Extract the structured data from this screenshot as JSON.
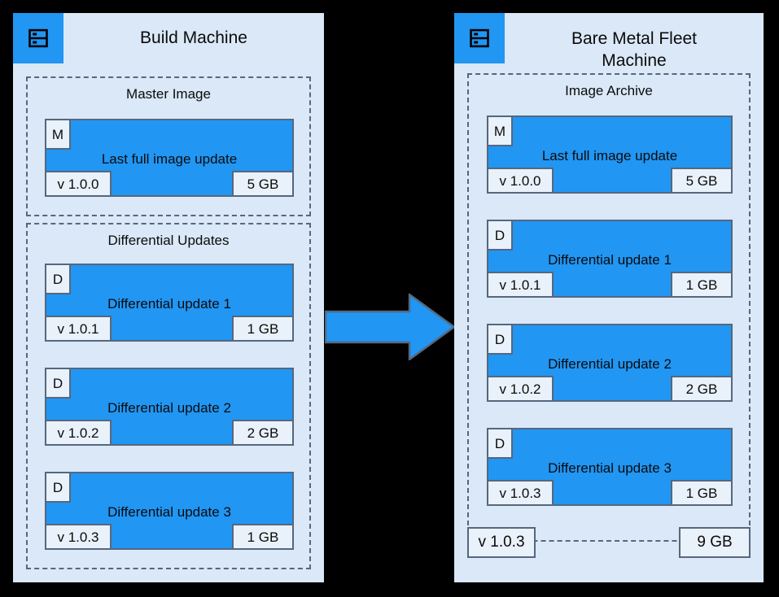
{
  "background_color": "#000000",
  "panel_color": "#dae8f7",
  "accent_color": "#2196f3",
  "stroke_color": "#56677e",
  "chip_color": "#e9f1fa",
  "build_machine": {
    "title": "Build Machine",
    "icon": "server-icon",
    "groups": [
      {
        "title": "Master Image",
        "cards": [
          {
            "badge": "M",
            "title": "Last full image update",
            "version": "v 1.0.0",
            "size": "5 GB"
          }
        ]
      },
      {
        "title": "Differential Updates",
        "cards": [
          {
            "badge": "D",
            "title": "Differential update 1",
            "version": "v 1.0.1",
            "size": "1 GB"
          },
          {
            "badge": "D",
            "title": "Differential update 2",
            "version": "v 1.0.2",
            "size": "2 GB"
          },
          {
            "badge": "D",
            "title": "Differential update 3",
            "version": "v 1.0.3",
            "size": "1 GB"
          }
        ]
      }
    ]
  },
  "fleet_machine": {
    "title_line1": "Bare Metal Fleet",
    "title_line2": "Machine",
    "icon": "server-icon",
    "groups": [
      {
        "title": "Image Archive",
        "cards": [
          {
            "badge": "M",
            "title": "Last full image update",
            "version": "v 1.0.0",
            "size": "5 GB"
          },
          {
            "badge": "D",
            "title": "Differential update 1",
            "version": "v 1.0.1",
            "size": "1 GB"
          },
          {
            "badge": "D",
            "title": "Differential update 2",
            "version": "v 1.0.2",
            "size": "2 GB"
          },
          {
            "badge": "D",
            "title": "Differential update 3",
            "version": "v 1.0.3",
            "size": "1 GB"
          }
        ]
      }
    ],
    "summary": {
      "version": "v 1.0.3",
      "size": "9 GB"
    }
  },
  "arrow": {
    "name": "transfer-arrow",
    "direction": "right"
  }
}
